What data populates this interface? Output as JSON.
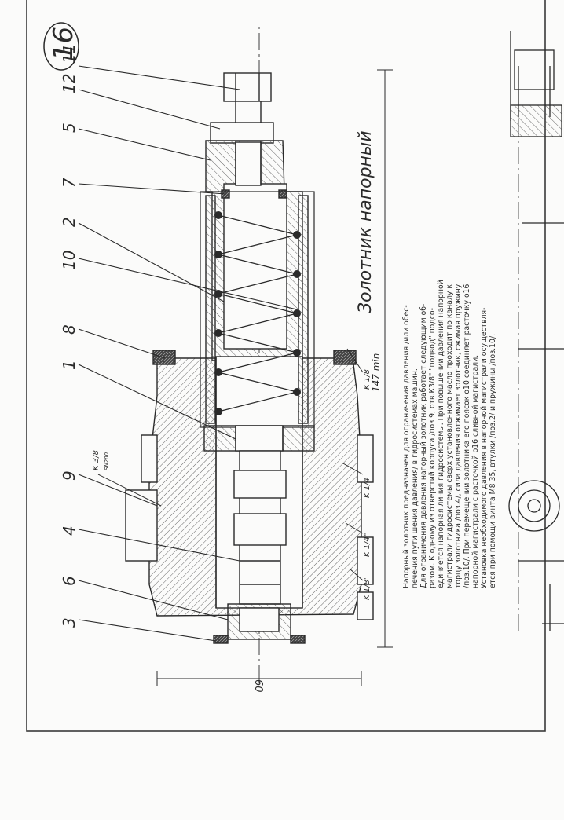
{
  "sheet": {
    "number": "16",
    "title": "Золотник напорный",
    "dim_length": "147 min",
    "dim_width": "60"
  },
  "callouts": [
    "11",
    "12",
    "5",
    "7",
    "2",
    "10",
    "8",
    "1",
    "9",
    "4",
    "6",
    "3"
  ],
  "threads": [
    "K 3/8",
    "SN200",
    "K 1/8",
    "K 1/4",
    "K 1/4\"",
    "K 1/8'"
  ],
  "description": [
    "Напорный золотник предназначен для ограничения давления /или обес-",
    "печения пути шения давления/ в гидросистемах машин.",
    "    Для ограничения давления напорный золотник работает следующим об-",
    "разом. К одному из отверстий корпуса /поз.9, отв.К3/8\" \"подвод\" подсо-",
    "единяется напорная линия гидросистемы. При повышении давления напорной",
    "магистрали гидросистемы сверх установленного масло проходит по каналу к",
    "торцу золотника /поз.4/, сила давления отжимает золотник, сжимая пружину",
    "/поз.10/. При перемещении золотника его поясок о10 соединяет расточку о16",
    "напорной магистрали с расточкой о16 сливной магистрали.",
    "    Установка необходимого давления в напорной магистрали осуществля-",
    "ется при помощи винта М8 35, втулки /поз.2/ и пружины /поз.10/."
  ]
}
